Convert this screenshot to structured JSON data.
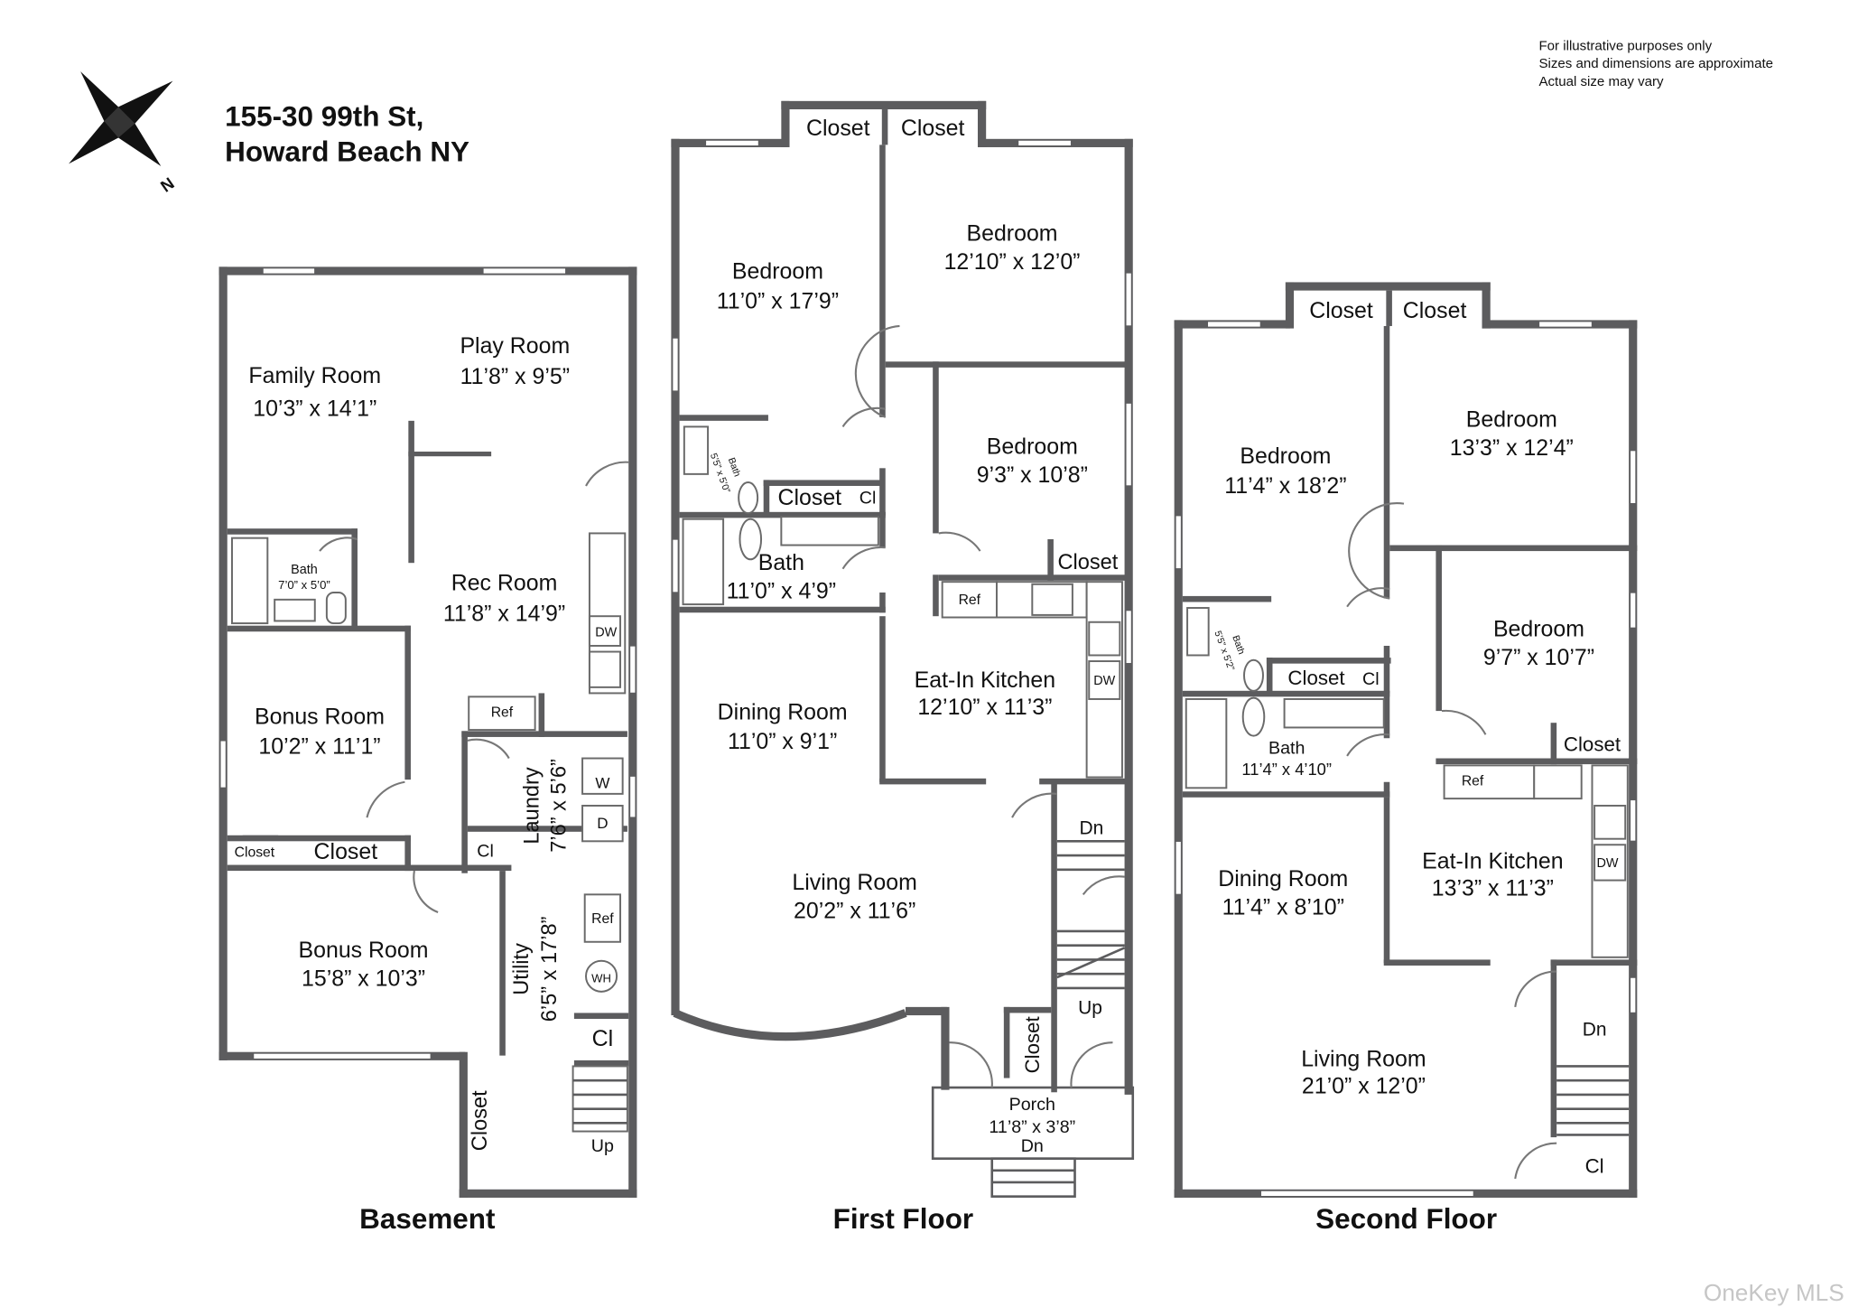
{
  "address": {
    "line1": "155-30 99th St,",
    "line2": "Howard Beach NY"
  },
  "compass": {
    "label": "N"
  },
  "disclaimer": [
    "For illustrative purposes only",
    "Sizes and dimensions are approximate",
    "Actual size may vary"
  ],
  "brand": "OneKey MLS",
  "floors": {
    "basement": {
      "title": "Basement",
      "rooms": {
        "family": [
          "Family Room",
          "10’3” x 14’1”"
        ],
        "play": [
          "Play Room",
          "11’8” x 9’5”"
        ],
        "bath": [
          "Bath",
          "7’0” x 5’0”"
        ],
        "rec": [
          "Rec Room",
          "11’8” x 14’9”"
        ],
        "bonus1": [
          "Bonus Room",
          "10’2” x 11’1”"
        ],
        "bonus2": [
          "Bonus Room",
          "15’8” x 10’3”"
        ],
        "laundry": [
          "Laundry",
          "7’6” x 5’6”"
        ],
        "utility": [
          "Utility",
          "6’5” x 17’8”"
        ]
      },
      "labels": {
        "closet_small": "Closet",
        "closet_big": "Closet",
        "cl1": "Cl",
        "cl2": "Cl",
        "closet_v": "Closet",
        "dw": "DW",
        "ref1": "Ref",
        "ref2": "Ref",
        "w": "W",
        "d": "D",
        "wh": "WH",
        "up": "Up"
      }
    },
    "first": {
      "title": "First Floor",
      "rooms": {
        "bed1": [
          "Bedroom",
          "11’0” x 17’9”"
        ],
        "bed2": [
          "Bedroom",
          "12’10” x 12’0”"
        ],
        "bed3": [
          "Bedroom",
          "9’3” x 10’8”"
        ],
        "bath": [
          "Bath",
          "11’0” x 4’9”"
        ],
        "bath_small": [
          "Bath",
          "5’5” x 5’0”"
        ],
        "dining": [
          "Dining Room",
          "11’0” x 9’1”"
        ],
        "kitchen": [
          "Eat-In Kitchen",
          "12’10” x 11’3”"
        ],
        "living": [
          "Living Room",
          "20’2” x 11’6”"
        ],
        "porch": [
          "Porch",
          "11’8” x 3’8”"
        ]
      },
      "labels": {
        "closet1": "Closet",
        "closet2": "Closet",
        "closet3": "Closet",
        "cl": "Cl",
        "closet4": "Closet",
        "closet_v": "Closet",
        "ref": "Ref",
        "dw": "DW",
        "dn1": "Dn",
        "up": "Up",
        "dn2": "Dn"
      }
    },
    "second": {
      "title": "Second Floor",
      "rooms": {
        "bed1": [
          "Bedroom",
          "11’4” x 18’2”"
        ],
        "bed2": [
          "Bedroom",
          "13’3” x 12’4”"
        ],
        "bed3": [
          "Bedroom",
          "9’7” x 10’7”"
        ],
        "bath": [
          "Bath",
          "11’4” x 4’10”"
        ],
        "bath_small": [
          "Bath",
          "5’5” x 5’2”"
        ],
        "dining": [
          "Dining Room",
          "11’4” x 8’10”"
        ],
        "kitchen": [
          "Eat-In Kitchen",
          "13’3” x 11’3”"
        ],
        "living": [
          "Living Room",
          "21’0” x 12’0”"
        ]
      },
      "labels": {
        "closet1": "Closet",
        "closet2": "Closet",
        "closet3": "Closet",
        "cl1": "Cl",
        "closet4": "Closet",
        "ref": "Ref",
        "dw": "DW",
        "dn": "Dn",
        "cl2": "Cl"
      }
    }
  }
}
